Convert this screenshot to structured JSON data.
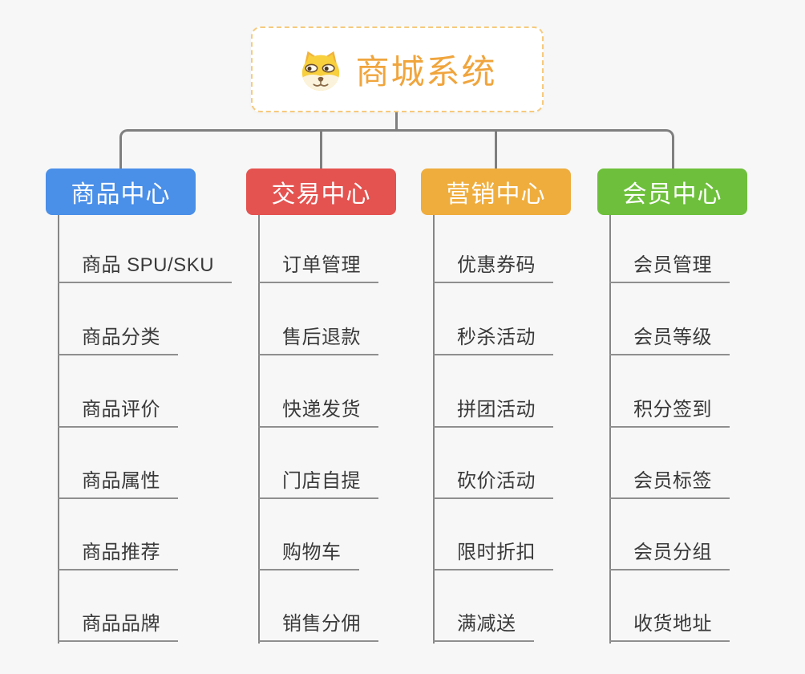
{
  "root": {
    "title": "商城系统",
    "icon": "dog-face-icon"
  },
  "branches": [
    {
      "label": "商品中心",
      "color": "#4a8fe8",
      "children": [
        "商品 SPU/SKU",
        "商品分类",
        "商品评价",
        "商品属性",
        "商品推荐",
        "商品品牌"
      ]
    },
    {
      "label": "交易中心",
      "color": "#e45350",
      "children": [
        "订单管理",
        "售后退款",
        "快递发货",
        "门店自提",
        "购物车",
        "销售分佣"
      ]
    },
    {
      "label": "营销中心",
      "color": "#efad3d",
      "children": [
        "优惠券码",
        "秒杀活动",
        "拼团活动",
        "砍价活动",
        "限时折扣",
        "满减送"
      ]
    },
    {
      "label": "会员中心",
      "color": "#6ec03c",
      "children": [
        "会员管理",
        "会员等级",
        "积分签到",
        "会员标签",
        "会员分组",
        "收货地址"
      ]
    }
  ],
  "palette": {
    "background": "#f7f7f7",
    "root_background": "#ffffff",
    "root_border": "#f6ca7d",
    "root_text": "#f0a53d",
    "branch_text": "#ffffff",
    "connector": "#7f7f7f",
    "child_line": "#8f8f8f",
    "child_text": "#3a3a3a"
  }
}
